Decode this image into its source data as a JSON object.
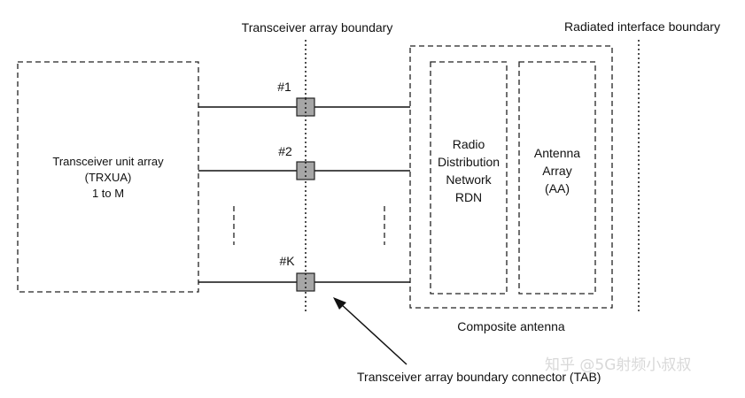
{
  "labels": {
    "trx_boundary": "Transceiver array boundary",
    "radiated_boundary": "Radiated interface boundary",
    "trxua_line1": "Transceiver unit array",
    "trxua_line2": "(TRXUA)",
    "trxua_line3": "1 to M",
    "rdn_line1": "Radio",
    "rdn_line2": "Distribution",
    "rdn_line3": "Network",
    "rdn_line4": "RDN",
    "aa_line1": "Antenna",
    "aa_line2": "Array",
    "aa_line3": "(AA)",
    "composite_antenna": "Composite antenna",
    "tab_connector": "Transceiver array boundary connector (TAB)"
  },
  "connectors": [
    {
      "label": "#1"
    },
    {
      "label": "#2"
    },
    {
      "label": "#K"
    }
  ],
  "watermark": "知乎 @5G射频小叔叔",
  "colors": {
    "connector_fill": "#a6a6a6",
    "line": "#111111"
  }
}
